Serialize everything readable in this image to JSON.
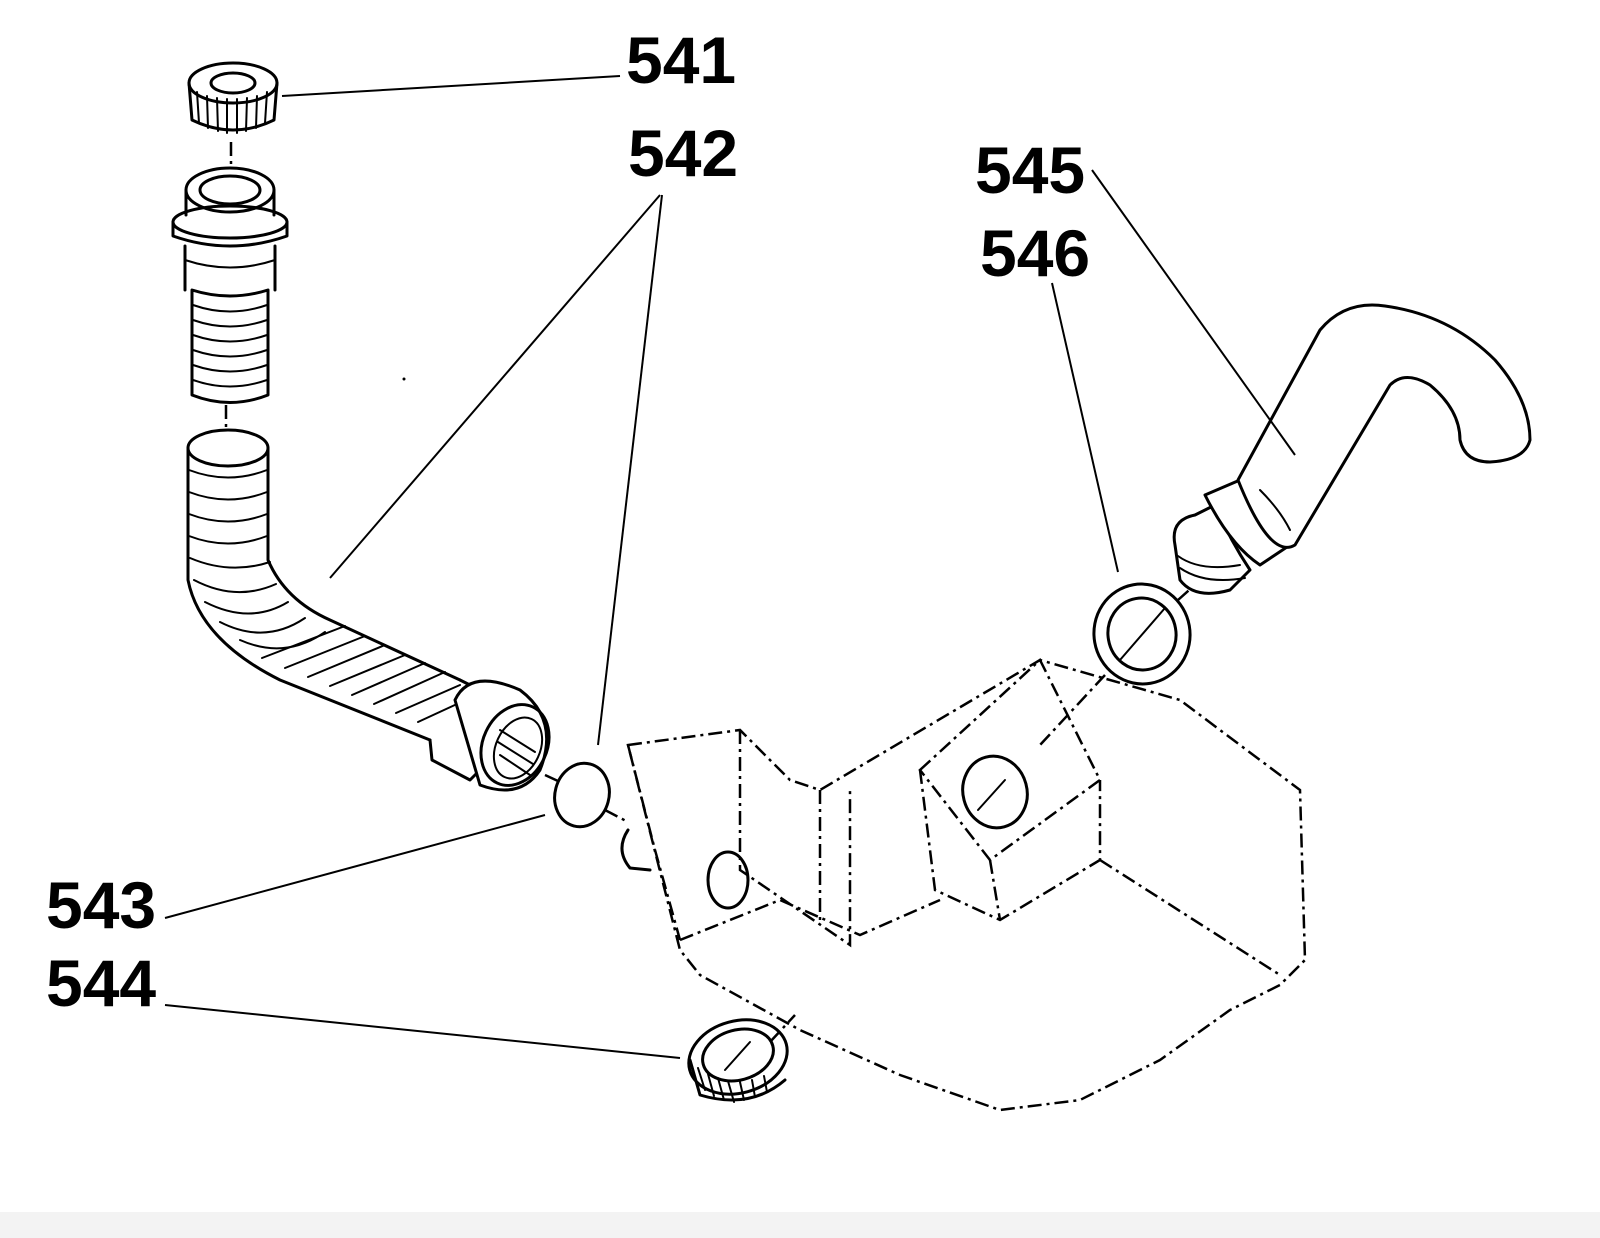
{
  "labels": {
    "p541": "541",
    "p542": "542",
    "p543": "543",
    "p544": "544",
    "p545": "545",
    "p546": "546"
  },
  "colors": {
    "ink": "#000000",
    "background": "#ffffff"
  }
}
